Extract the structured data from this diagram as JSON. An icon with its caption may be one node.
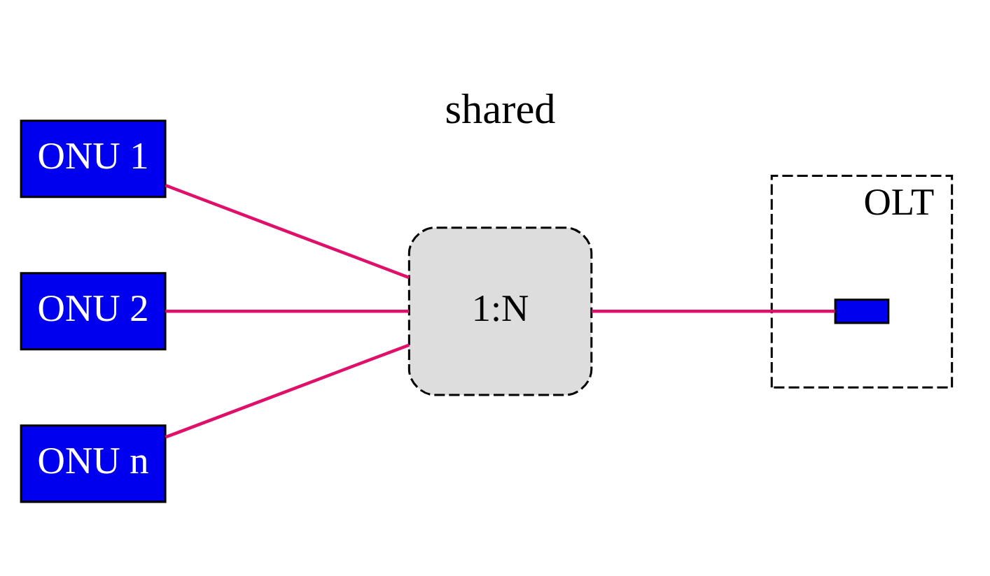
{
  "diagram": {
    "nodes": [
      {
        "text": [
          "ONU 1"
        ]
      },
      {
        "text": [
          "ONU 2"
        ]
      },
      {
        "text": [
          "ONU n"
        ]
      },
      {
        "text": [
          "1:N"
        ]
      },
      {
        "text": [
          "OLT"
        ]
      },
      {
        "text": [],
        "shape": "bar",
        "in": 4
      }
    ],
    "edges": [
      {
        "from": 0,
        "to": 3,
        "arrow": "none"
      },
      {
        "from": 1,
        "to": 3,
        "arrow": "none"
      },
      {
        "from": 2,
        "to": 3,
        "arrow": "none"
      },
      {
        "from": 3,
        "to": 5,
        "arrow": "none"
      }
    ],
    "labels": [
      "shared"
    ]
  }
}
